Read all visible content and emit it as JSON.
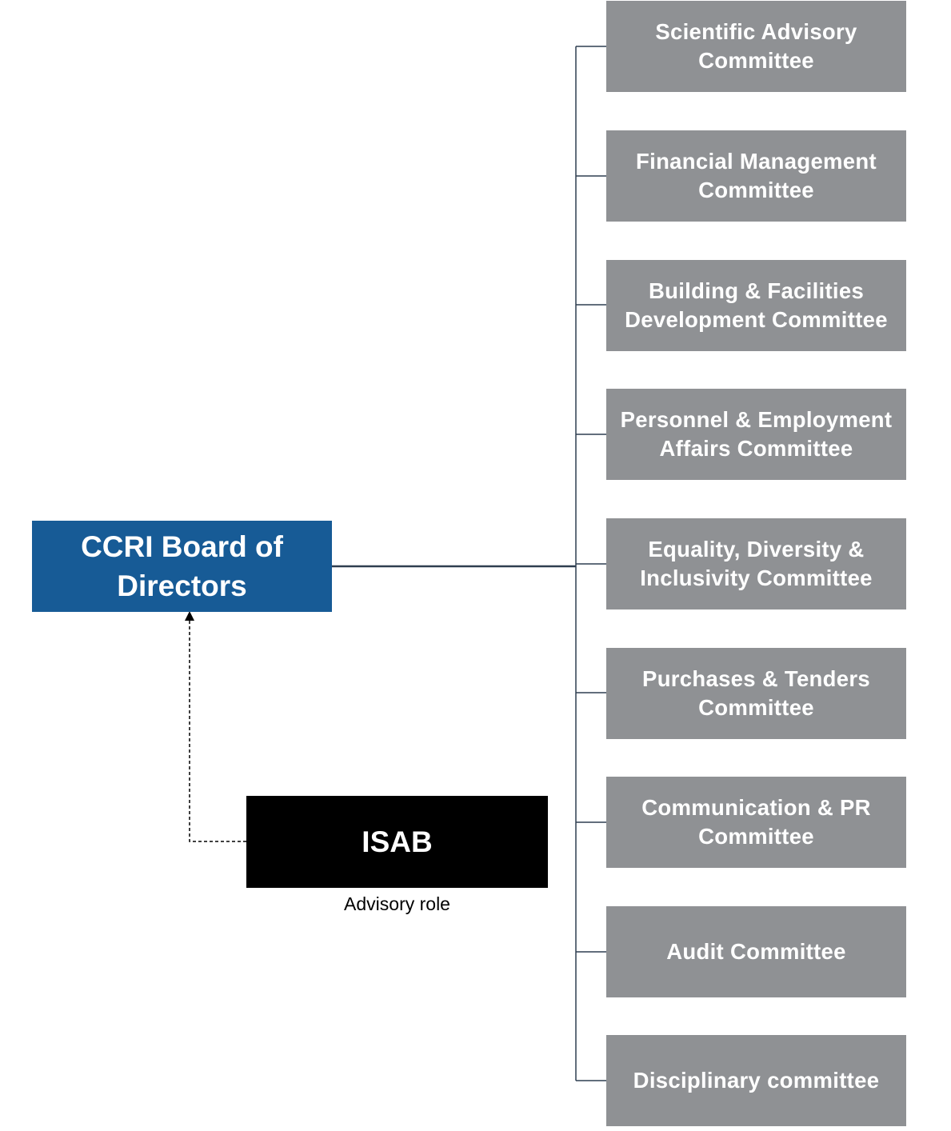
{
  "board": {
    "label": "CCRI Board of\nDirectors",
    "color": "#175b96"
  },
  "isab": {
    "label": "ISAB",
    "note": "Advisory role",
    "color": "#000000"
  },
  "committees": [
    {
      "label": "Scientific Advisory\nCommittee"
    },
    {
      "label": "Financial Management\nCommittee"
    },
    {
      "label": "Building & Facilities\nDevelopment Committee"
    },
    {
      "label": "Personnel & Employment\nAffairs Committee"
    },
    {
      "label": "Equality, Diversity &\nInclusivity Committee"
    },
    {
      "label": "Purchases & Tenders\nCommittee"
    },
    {
      "label": "Communication & PR\nCommittee"
    },
    {
      "label": "Audit Committee"
    },
    {
      "label": "Disciplinary committee"
    }
  ],
  "colors": {
    "committee_fill": "#8f9194",
    "connector": "#2f3e50",
    "advisory_link": "#000000"
  }
}
